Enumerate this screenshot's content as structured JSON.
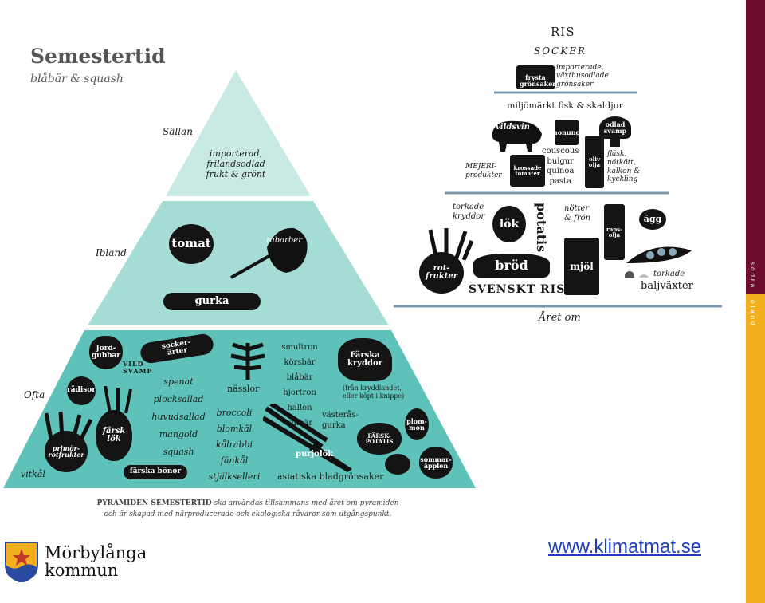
{
  "pyramid": {
    "title": "Semestertid",
    "subtitle": "blåbär & squash",
    "tier_labels": {
      "top": "Sällan",
      "middle": "Ibland",
      "bottom": "Ofta"
    },
    "top_text": "importerad,\nfrilandsodlad\nfrukt & grönt",
    "middle_items": {
      "tomato": "tomat",
      "rhubarb": "rabarber",
      "cucumber": "gurka"
    },
    "bottom_items": {
      "strawberries": "Jord-\ngubbar",
      "sugar_peas": "socker-\närter",
      "wild_mushroom": "VILD\nSVAMP",
      "radish": "rädisor",
      "primor_root": "primör-\nrotfrukter",
      "fresh_onion": "färsk\nlök",
      "fresh_beans": "färska bönor",
      "nettle": "nässlor",
      "herbs": "Färska\nkryddor",
      "herbs_note": "(från kryddlandet,\neller köpt i knippe)",
      "plums": "plom-\nmon",
      "potato": "FÄRSK-\nPOTATIS",
      "leek": "purjolök",
      "apples": "sommar-\näpplen",
      "list_left": [
        "spenat",
        "plocksallad",
        "huvudsallad",
        "mangold",
        "squash"
      ],
      "list_mid": [
        "broccoli",
        "blomkål",
        "kålrabbi",
        "fänkål",
        "stjälkselleri"
      ],
      "berries": [
        "smultron",
        "körsbär",
        "blåbär",
        "hjortron",
        "hallon",
        "vinbär"
      ],
      "vasteras": "västerås-\ngurka",
      "leafy": "asiatiska bladgrönsaker",
      "vitkal": "vitkål"
    },
    "caption_line1_bold": "PYRAMIDEN SEMESTERTID",
    "caption_line1_rest": " ska användas tillsammans med året om-pyramiden",
    "caption_line2": "och är skapad med närproducerade och ekologiska råvaror som utgångspunkt."
  },
  "year_pyramid": {
    "top1": "RIS",
    "top2": "SOCKER",
    "frozen": "frysta\ngrönsaker",
    "frozen_note": "importerade,\nväxthusodlade\ngrönsaker",
    "fish": "miljömärkt fisk & skaldjur",
    "boar": "vildsvin",
    "honey": "honung",
    "mushroom": "odlad\nsvamp",
    "dairy": "MEJERI-\nprodukter",
    "tomatoes": "krossade\ntomater",
    "grains": "couscous\nbulgur\nquinoa\npasta",
    "olive_oil": "oliv\nolja",
    "meat": "fläsk,\nnötkött,\nkalkon &\nkyckling",
    "dried_herbs": "torkade\nkryddor",
    "onion": "lök",
    "potatoes": "potatis",
    "nuts": "nötter\n& frön",
    "rapeseed": "raps-\nolja",
    "egg": "ägg",
    "root": "rot-\nfrukter",
    "bread": "bröd",
    "flour": "mjöl",
    "rice": "SVENSKT RIS",
    "legumes_a": "torkade",
    "legumes_b": "baljväxter",
    "footer": "Året om"
  },
  "footer": {
    "logo_line1": "Mörbylånga",
    "logo_line2": "kommun",
    "url": "www.klimatmat.se"
  },
  "sidebar": {
    "top_text": "södra",
    "bottom_text": "öland"
  },
  "colors": {
    "tier_top": "#c9e9e5",
    "tier_mid": "#a6dcd6",
    "tier_bot": "#5fc2ba",
    "shelf": "#7d98ac",
    "sidebar_top": "#6d0c2f",
    "sidebar_bottom": "#f2b01e"
  }
}
